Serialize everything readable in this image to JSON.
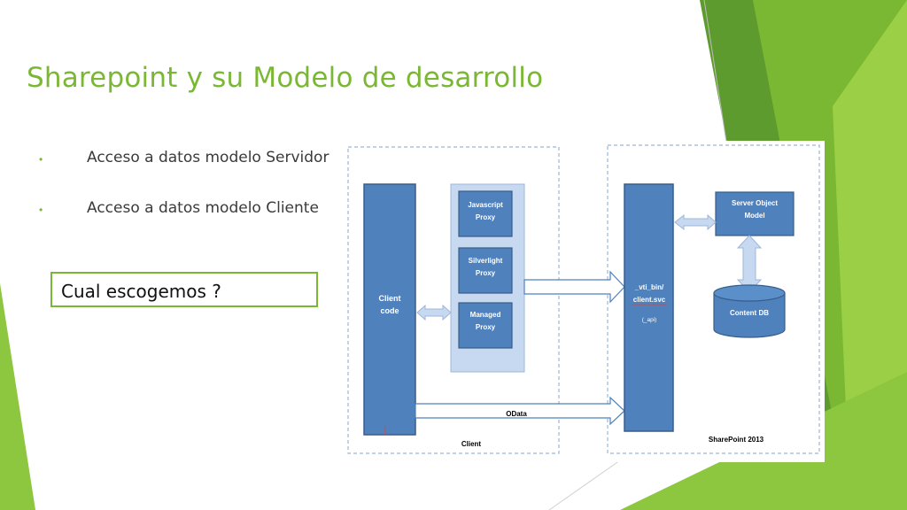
{
  "slide": {
    "title": "Sharepoint y su Modelo de desarrollo",
    "bullets": [
      {
        "text": "Acceso a datos modelo Servidor"
      },
      {
        "text": "Acceso a datos modelo Cliente"
      }
    ],
    "question": "Cual escogemos ?"
  },
  "diagram": {
    "client_code_line1": "Client",
    "client_code_line2": "code",
    "proxy_javascript_line1": "Javascript",
    "proxy_javascript_line2": "Proxy",
    "proxy_silverlight_line1": "Silverlight",
    "proxy_silverlight_line2": "Proxy",
    "proxy_managed_line1": "Managed",
    "proxy_managed_line2": "Proxy",
    "endpoint_line1": "_vti_bin/",
    "endpoint_line2": "client.svc",
    "endpoint_line3": "(_api)",
    "server_om_line1": "Server Object",
    "server_om_line2": "Model",
    "content_db": "Content DB",
    "odata_label": "OData",
    "client_region_label": "Client",
    "server_region_label": "SharePoint 2013"
  },
  "colors": {
    "accent_green": "#7ab834",
    "box_blue": "#4f81bd",
    "box_border": "#385d8a",
    "proxy_panel": "#c6d9f1"
  }
}
